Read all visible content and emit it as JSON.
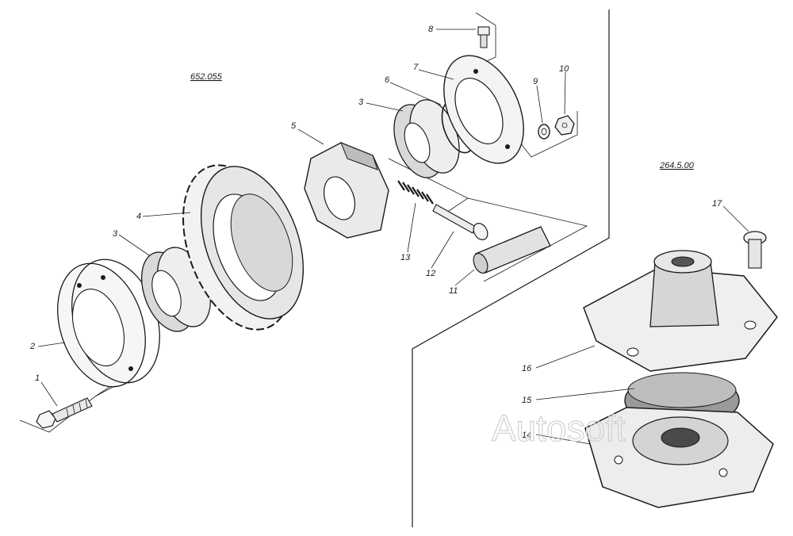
{
  "codes": {
    "left_assembly": "652.055",
    "right_assembly": "264.5.00"
  },
  "watermark": "Autosoft",
  "parts": [
    {
      "num": "1"
    },
    {
      "num": "2"
    },
    {
      "num": "3"
    },
    {
      "num": "4"
    },
    {
      "num": "5"
    },
    {
      "num": "6"
    },
    {
      "num": "7"
    },
    {
      "num": "8"
    },
    {
      "num": "9"
    },
    {
      "num": "10"
    },
    {
      "num": "11"
    },
    {
      "num": "12"
    },
    {
      "num": "13"
    },
    {
      "num": "14"
    },
    {
      "num": "15"
    },
    {
      "num": "16"
    },
    {
      "num": "17"
    },
    {
      "num": "3"
    }
  ],
  "colors": {
    "ink": "#1a1a1a",
    "paper": "#ffffff",
    "watermark": "#d0d0d0"
  }
}
